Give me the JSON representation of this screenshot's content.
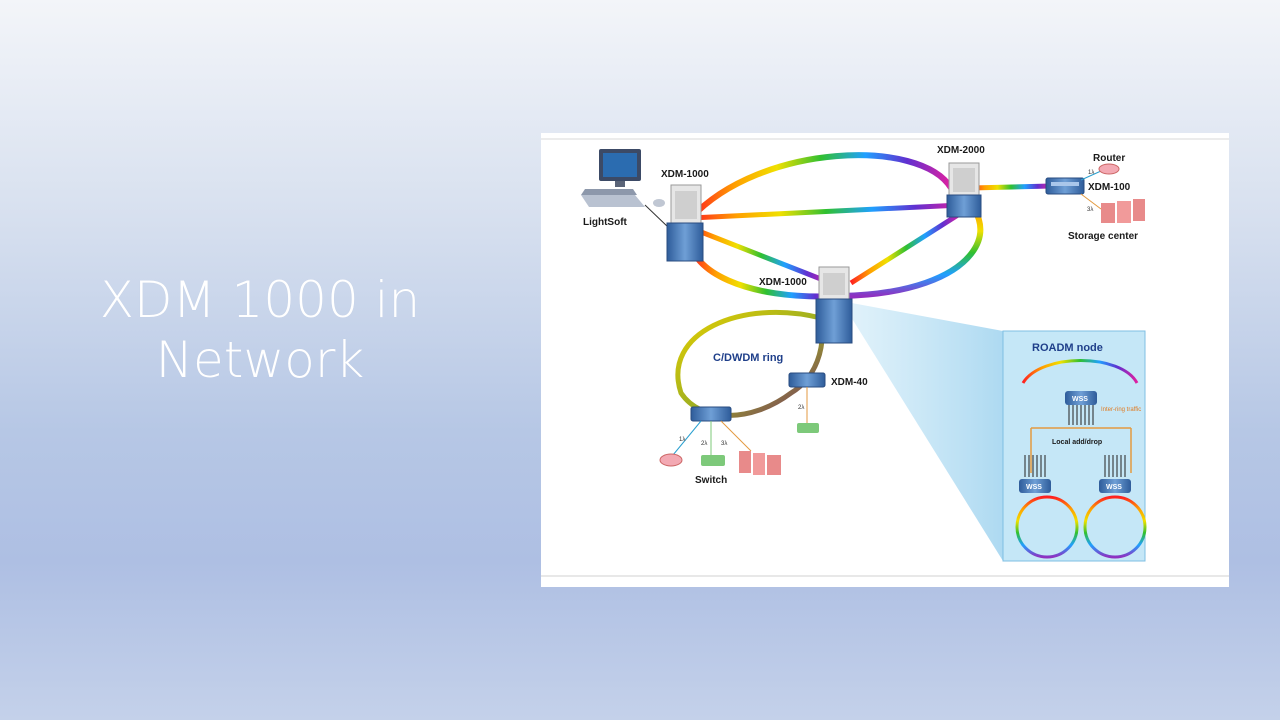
{
  "slide": {
    "title_line1": "XDM 1000 in",
    "title_line2": "Network"
  },
  "diagram": {
    "nodes": {
      "xdm1000_top": "XDM-1000",
      "xdm2000": "XDM-2000",
      "xdm1000_center": "XDM-1000",
      "xdm100": "XDM-100",
      "xdm40": "XDM-40",
      "lightsoft": "LightSoft",
      "router": "Router",
      "storage": "Storage center",
      "switch": "Switch"
    },
    "ring_label": "C/DWDM ring",
    "roadm": {
      "title": "ROADM node",
      "wss": "WSS",
      "inter_ring": "Inter-ring traffic",
      "local_add_drop": "Local add/drop"
    },
    "lambda_labels": {
      "router_1": "1λ",
      "storage_3": "3λ",
      "xdm40_2": "2λ",
      "bottom_1": "1λ",
      "bottom_2": "2λ",
      "bottom_3": "3λ"
    },
    "colors": {
      "roadm_panel": "#c5e7f7",
      "device_blue": "#4a7ab8",
      "storage_pink": "#e88a8a",
      "switch_green": "#7dc97a"
    }
  }
}
